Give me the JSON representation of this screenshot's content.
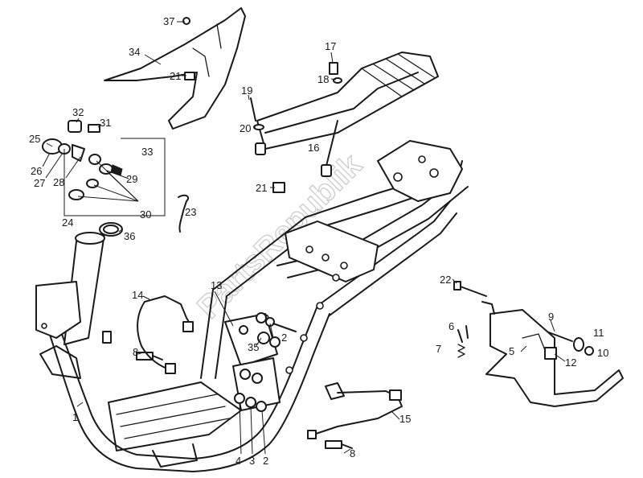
{
  "watermark": "PartsRepublik",
  "callouts": {
    "c1": "1",
    "c2a": "2",
    "c2b": "2",
    "c3": "3",
    "c4": "4",
    "c5": "5",
    "c6": "6",
    "c7": "7",
    "c8a": "8",
    "c8b": "8",
    "c9": "9",
    "c10": "10",
    "c11": "11",
    "c12": "12",
    "c13": "13",
    "c14": "14",
    "c15": "15",
    "c16": "16",
    "c17": "17",
    "c18": "18",
    "c19": "19",
    "c20": "20",
    "c21a": "21",
    "c21b": "21",
    "c22": "22",
    "c23": "23",
    "c24": "24",
    "c25": "25",
    "c26": "26",
    "c27": "27",
    "c28": "28",
    "c29": "29",
    "c30": "30",
    "c31": "31",
    "c32": "32",
    "c33": "33",
    "c34": "34",
    "c35": "35",
    "c36": "36",
    "c37": "37"
  }
}
